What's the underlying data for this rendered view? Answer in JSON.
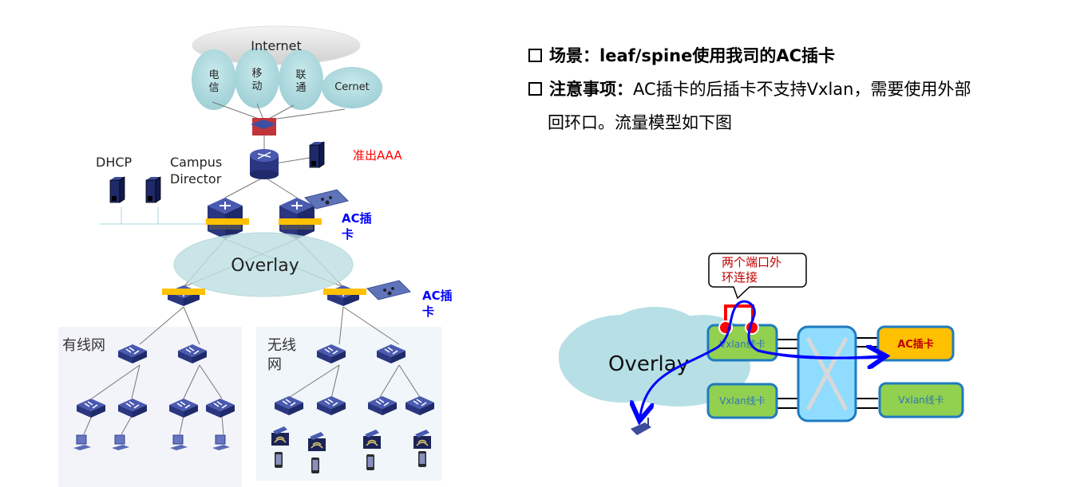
{
  "left_diagram": {
    "internet_label": "Internet",
    "isp_clouds": [
      {
        "label_line1": "电",
        "label_line2": "信"
      },
      {
        "label_line1": "移",
        "label_line2": "动"
      },
      {
        "label_line1": "联",
        "label_line2": "通"
      },
      {
        "label_line1": "Cernet",
        "label_line2": ""
      }
    ],
    "dhcp_label": "DHCP",
    "campus_director_line1": "Campus",
    "campus_director_line2": "Director",
    "aaa_label": "准出AAA",
    "ac_card_label_line1": "AC插",
    "ac_card_label_line2": "卡",
    "overlay_label": "Overlay",
    "wired_area_label": "有线网",
    "wireless_area_label_line1": "无线",
    "wireless_area_label_line2": "网",
    "colors": {
      "device_blue": "#2e3f8f",
      "cloud_teal": "#a9d8dc",
      "highlight_bar": "#ffc000",
      "aaa_red": "#ff0000",
      "ac_label_blue": "#0000ff",
      "area_bg": "#f3f4f9"
    }
  },
  "notes": {
    "scenario_label": "场景：",
    "scenario_text": "leaf/spine使用我司的AC插卡",
    "caution_label": "注意事项：",
    "caution_text_line1": "AC插卡的后插卡不支持Vxlan，需要使用外部",
    "caution_text_line2": "回环口。流量模型如下图"
  },
  "right_diagram": {
    "callout_line1": "两个端口外",
    "callout_line2": "环连接",
    "overlay_label": "Overlay",
    "cards": {
      "vxlan_card_top": "Vxlan线卡",
      "vxlan_card_bottom": "Vxlan线卡",
      "ac_card": "AC插卡",
      "vxlan_card_right": "Vxlan线卡"
    },
    "colors": {
      "card_green": "#92d050",
      "card_border": "#1f7bbf",
      "ac_card_orange": "#ffc000",
      "ac_text": "#c00000",
      "fabric_blue": "#8fdcff",
      "flow_arrow": "#0000ff",
      "loop_red": "#ff0000",
      "callout_text": "#c00000"
    }
  }
}
